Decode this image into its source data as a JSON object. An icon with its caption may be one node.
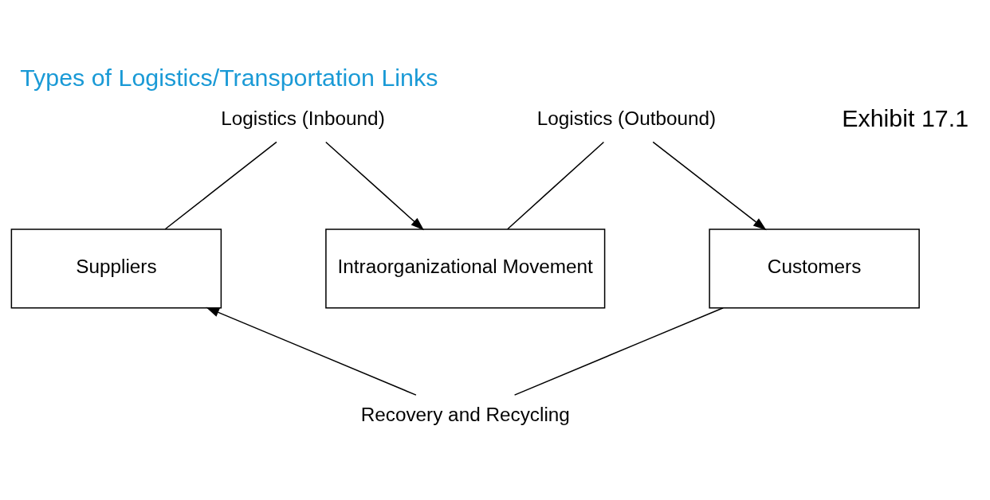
{
  "diagram": {
    "title": "Types of Logistics/Transportation Links",
    "nodes": [
      {
        "text": [
          "Logistics (Inbound)"
        ]
      },
      {
        "text": [
          "Logistics (Outbound)"
        ]
      },
      {
        "text": [
          "Suppliers"
        ]
      },
      {
        "text": [
          "Intraorganizational Movement"
        ]
      },
      {
        "text": [
          "Customers"
        ]
      },
      {
        "text": [
          "Recovery and Recycling"
        ]
      }
    ],
    "edges": [
      {
        "from": 2,
        "to": 0,
        "arrow": "none"
      },
      {
        "from": 0,
        "to": 3,
        "arrow": "to"
      },
      {
        "from": 3,
        "to": 1,
        "arrow": "none"
      },
      {
        "from": 1,
        "to": 4,
        "arrow": "to"
      },
      {
        "from": 4,
        "to": 5,
        "arrow": "none"
      },
      {
        "from": 5,
        "to": 2,
        "arrow": "to"
      }
    ],
    "labels": [
      "Exhibit 17.1"
    ]
  }
}
